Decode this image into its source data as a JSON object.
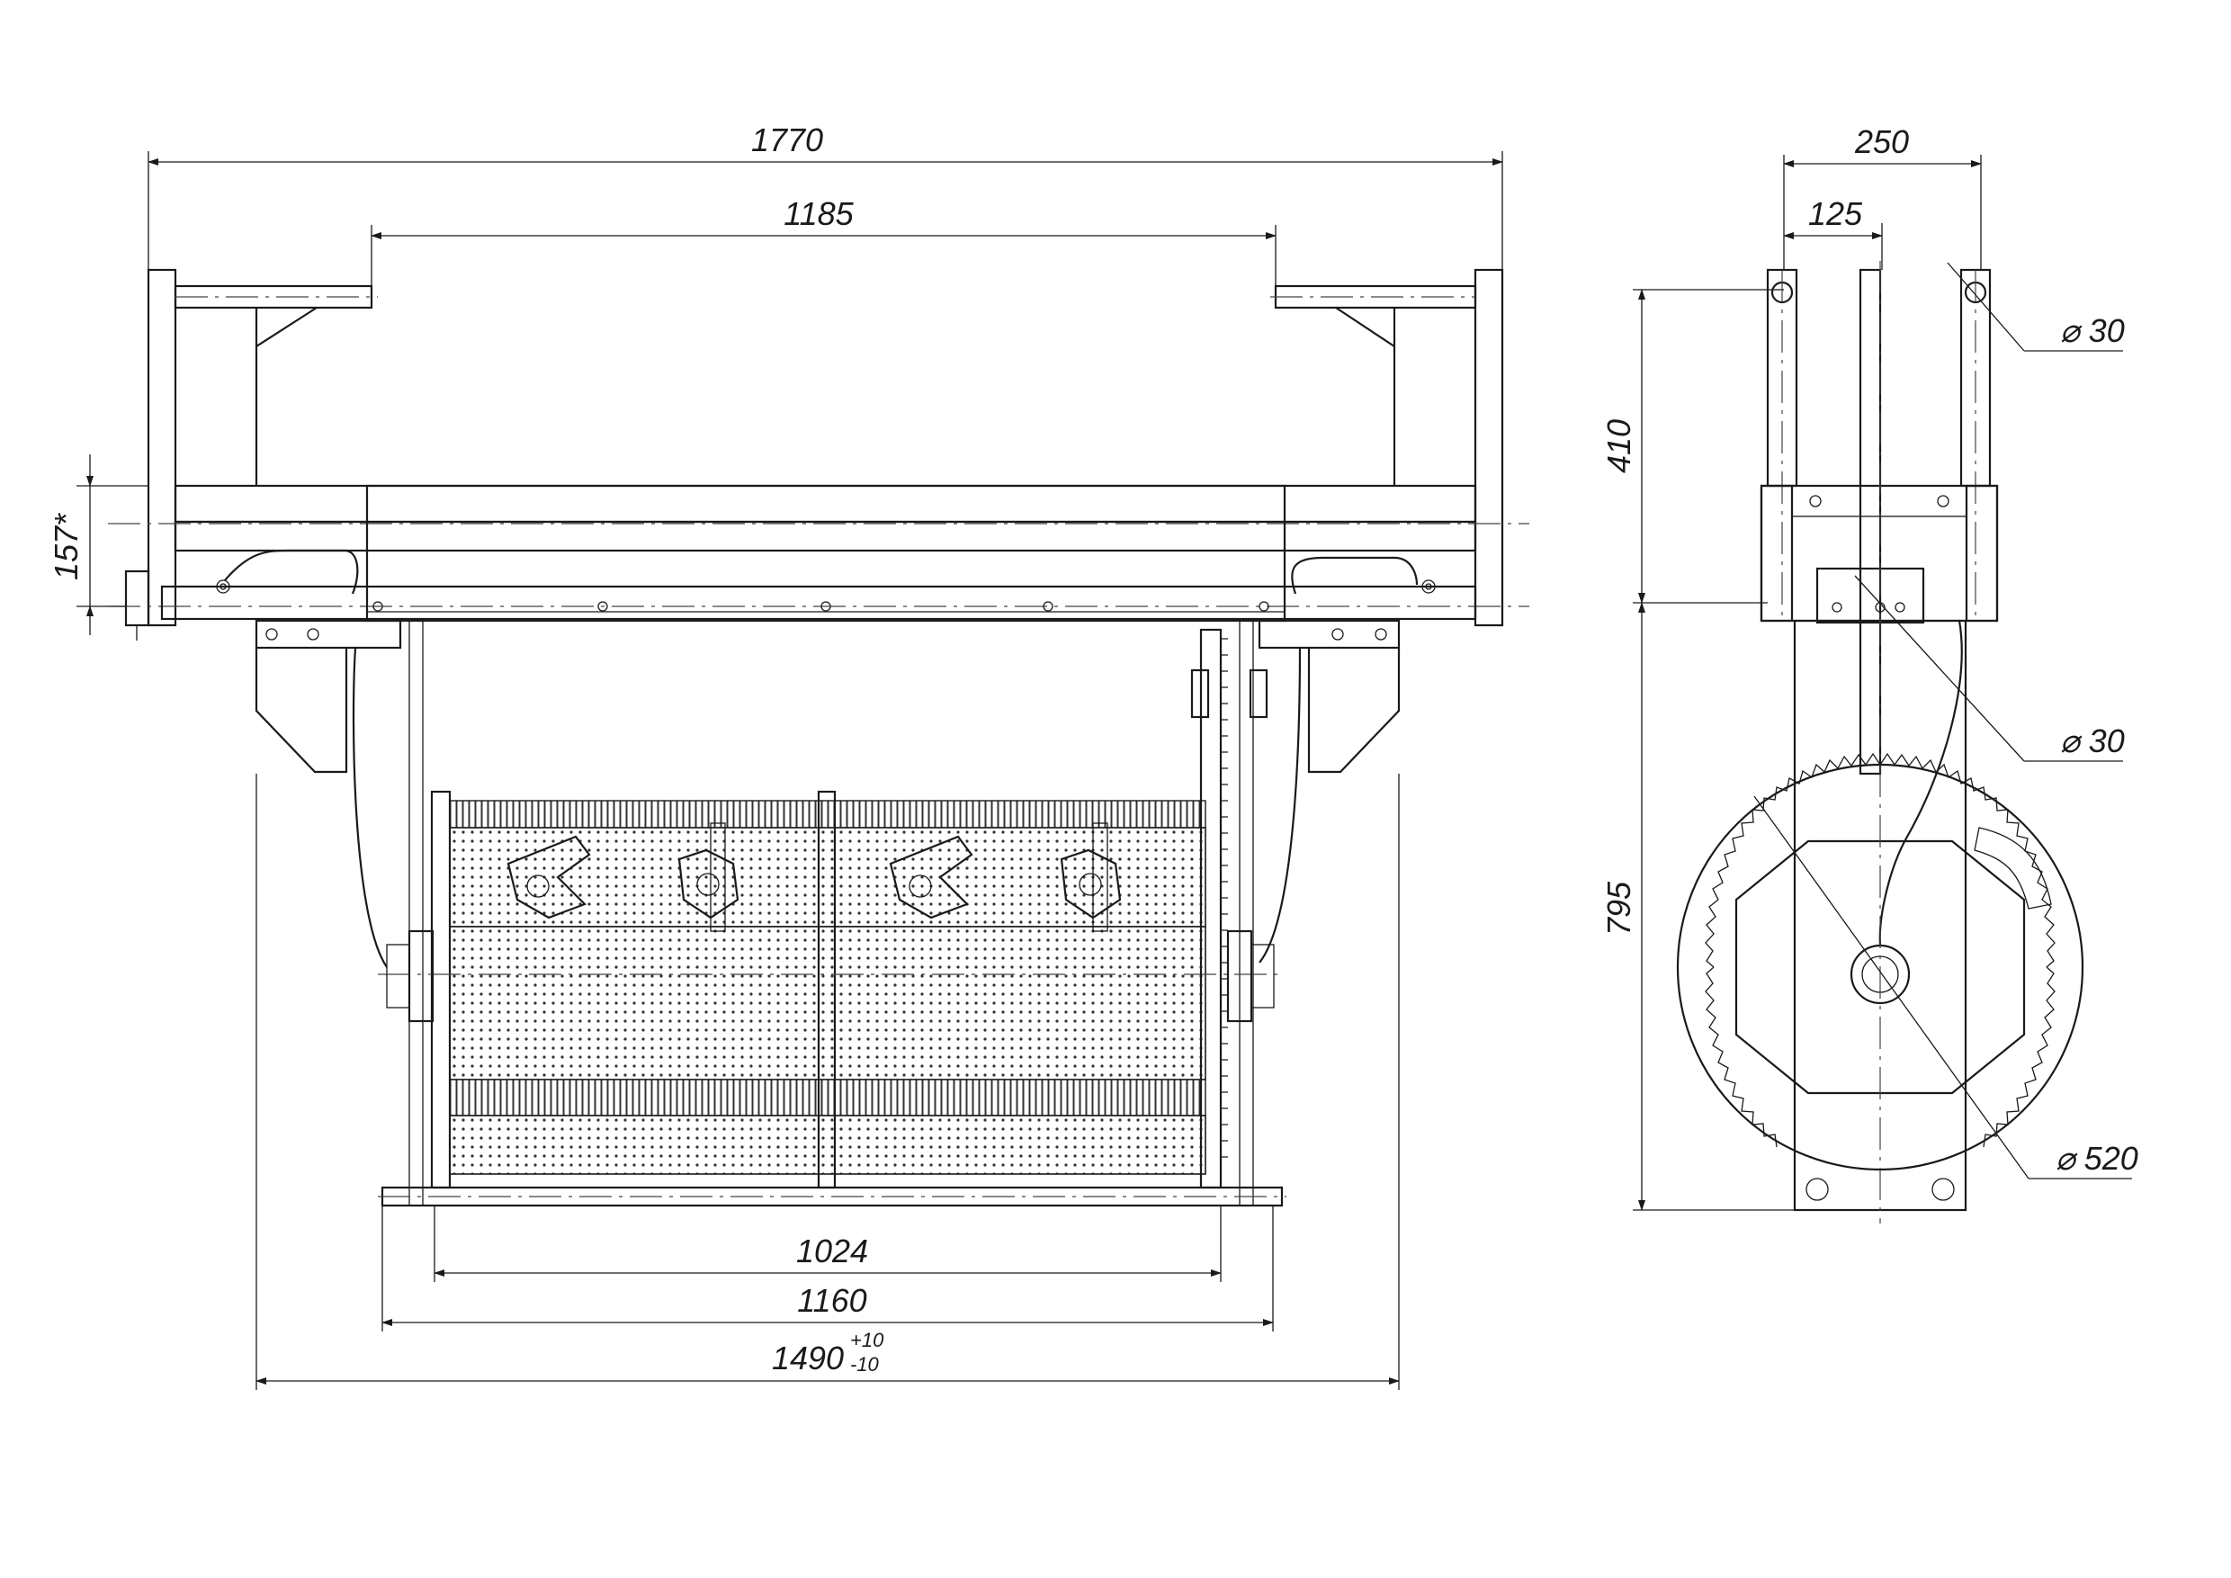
{
  "front_view": {
    "dim_overall_width": "1770",
    "dim_inner_width": "1185",
    "dim_height_157": "157*",
    "dim_drum_length": "1024",
    "dim_frame_width": "1160",
    "dim_base_width": "1490",
    "dim_base_tol_plus": "+10",
    "dim_base_tol_minus": "-10"
  },
  "side_view": {
    "dim_width": "250",
    "dim_half_width": "125",
    "dim_height_upper": "410",
    "dim_height_lower": "795",
    "dia_top_pin": "⌀ 30",
    "dia_shaft": "⌀ 30",
    "dia_gear": "⌀ 520"
  }
}
